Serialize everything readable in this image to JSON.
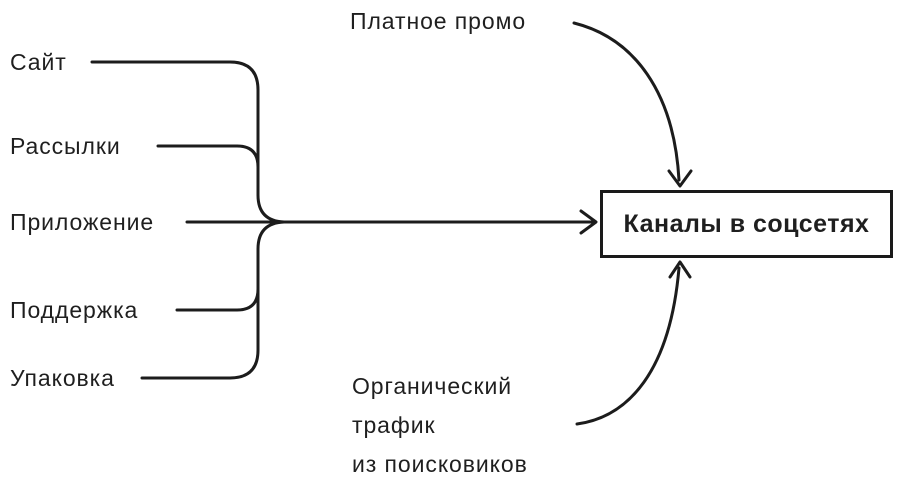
{
  "diagram": {
    "title_none": "",
    "colors": {
      "background": "#ffffff",
      "line": "#1c1c1c",
      "text": "#1f1f1f"
    },
    "sources": [
      {
        "label": "Сайт"
      },
      {
        "label": "Рассылки"
      },
      {
        "label": "Приложение"
      },
      {
        "label": "Поддержка"
      },
      {
        "label": "Упаковка"
      }
    ],
    "target": {
      "label": "Каналы в соцсетях"
    },
    "top_annotation": {
      "label": "Платное промо"
    },
    "bottom_annotation": {
      "label": "Органический\nтрафик\nиз поисковиков"
    }
  }
}
